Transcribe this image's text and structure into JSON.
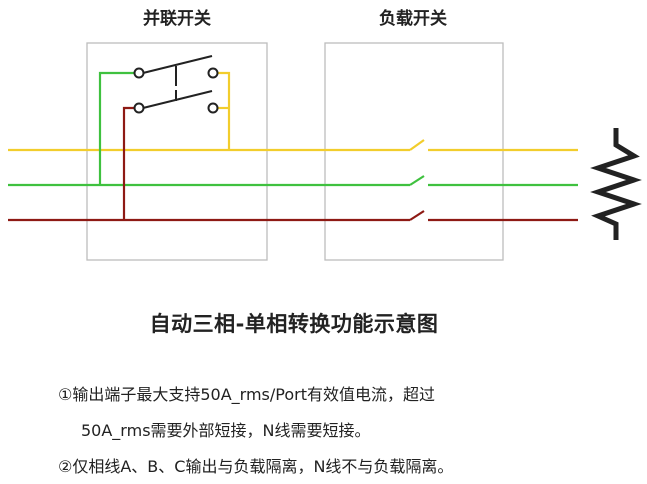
{
  "diagram": {
    "parallel_switch_label": "并联开关",
    "load_switch_label": "负载开关",
    "colors": {
      "wire_yellow": "#f2cd2c",
      "wire_green": "#3fc13f",
      "wire_red": "#8e1a14",
      "box_border": "#bdbdbd",
      "ink": "#222222"
    },
    "icons": [
      "resistor-icon",
      "switch-contact-icon"
    ]
  },
  "title": "自动三相-单相转换功能示意图",
  "notes": {
    "note1_line1": "①输出端子最大支持50A_rms/Port有效值电流，超过",
    "note1_line2": "50A_rms需要外部短接，N线需要短接。",
    "note2": "②仅相线A、B、C输出与负载隔离，N线不与负载隔离。"
  }
}
